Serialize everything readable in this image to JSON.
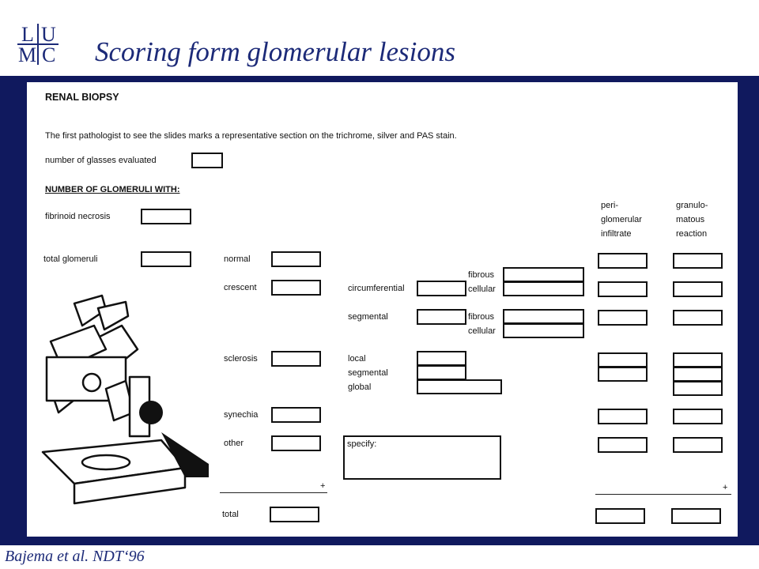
{
  "logo": {
    "letters": [
      "L",
      "U",
      "M",
      "C"
    ]
  },
  "slide": {
    "title": "Scoring form glomerular lesions",
    "citation": "Bajema et al. NDT‘96"
  },
  "form": {
    "heading": "RENAL BIOPSY",
    "instruction": "The first pathologist to see the slides marks a representative section on the trichrome, silver and PAS stain.",
    "glasses_label": "number of glasses evaluated",
    "glomeruli_heading": "NUMBER OF GLOMERULI WITH:",
    "fibrinoid_label": "fibrinoid necrosis",
    "total_glomeruli_label": "total glomeruli",
    "col_peri": [
      "peri-",
      "glomerular",
      "infiltrate"
    ],
    "col_granulo": [
      "granulo-",
      "matous",
      "reaction"
    ],
    "rows": {
      "normal": "normal",
      "crescent": "crescent",
      "sclerosis": "sclerosis",
      "synechia": "synechia",
      "other": "other",
      "total": "total"
    },
    "crescent_types": {
      "circumferential": "circumferential",
      "segmental": "segmental"
    },
    "crescent_sub": {
      "fibrous": "fibrous",
      "cellular": "cellular"
    },
    "sclerosis_types": {
      "local": "local",
      "segmental": "segmental",
      "global": "global"
    },
    "specify_label": "specify:",
    "plus_sign": "+"
  }
}
